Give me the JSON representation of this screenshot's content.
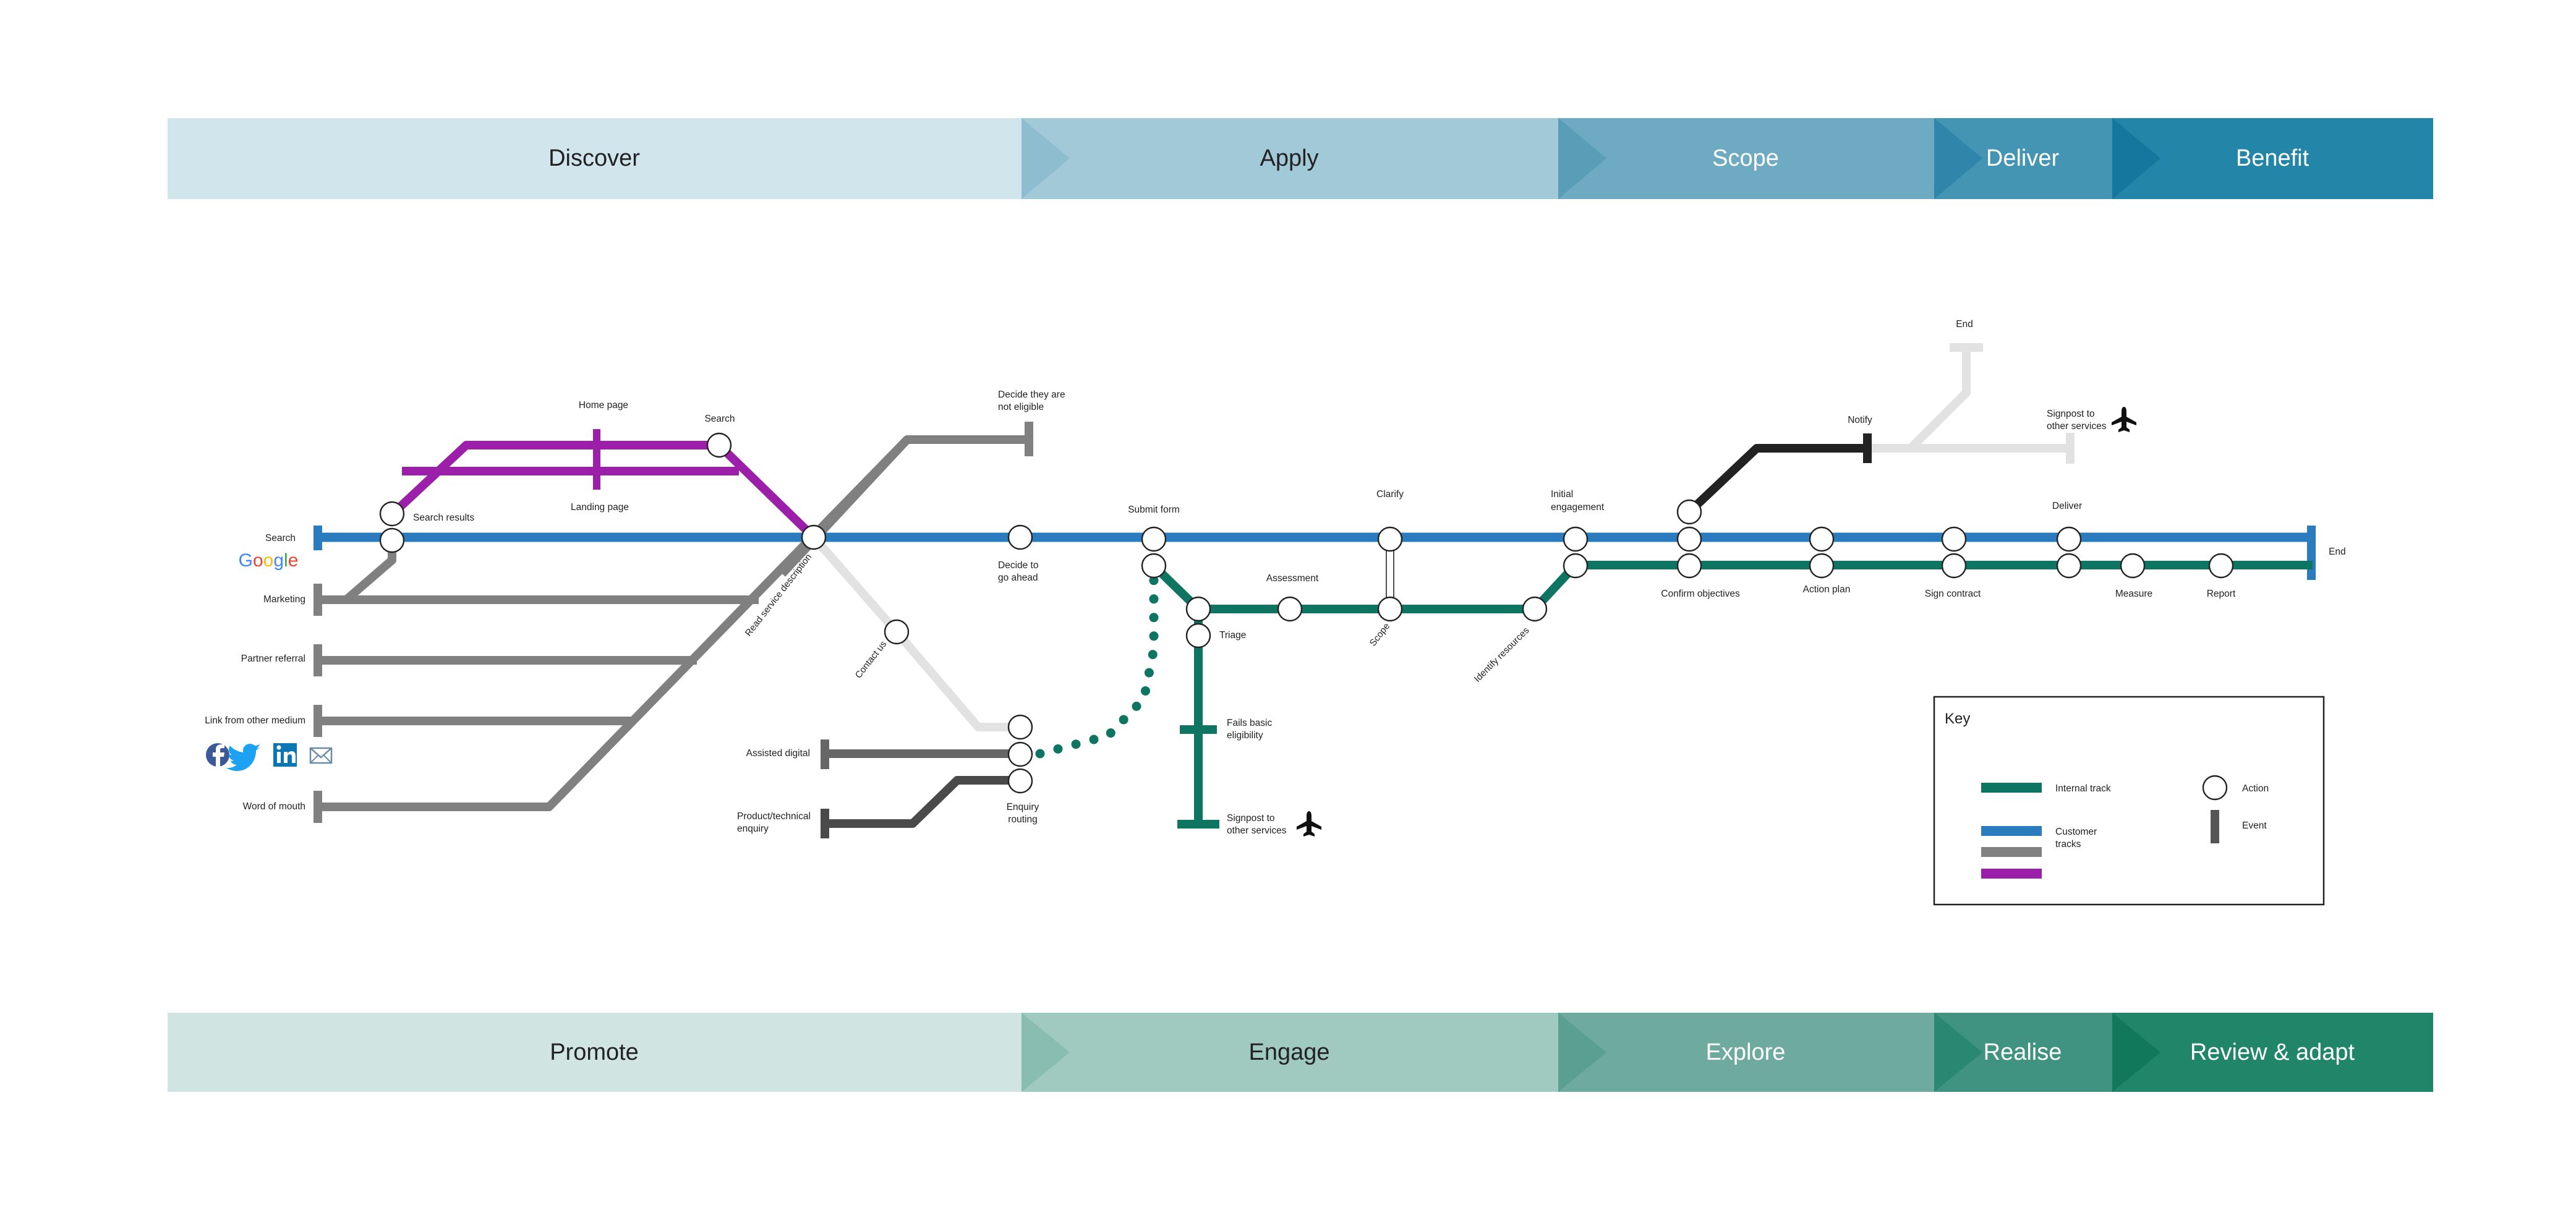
{
  "phases_top": [
    {
      "label": "Discover",
      "color": "#d1e5ed",
      "text_color": "#222222"
    },
    {
      "label": "Apply",
      "color": "#a2c9d8",
      "text_color": "#222222"
    },
    {
      "label": "Scope",
      "color": "#6eaac1",
      "text_color": "#ffffff"
    },
    {
      "label": "Deliver",
      "color": "#4494b4",
      "text_color": "#ffffff"
    },
    {
      "label": "Benefit",
      "color": "#2385a8",
      "text_color": "#ffffff"
    }
  ],
  "phases_bottom": [
    {
      "label": "Promote",
      "color": "#d0e4e1",
      "text_color": "#222222"
    },
    {
      "label": "Engage",
      "color": "#a0c9bf",
      "text_color": "#222222"
    },
    {
      "label": "Explore",
      "color": "#6eab9e",
      "text_color": "#ffffff"
    },
    {
      "label": "Realise",
      "color": "#3f9380",
      "text_color": "#ffffff"
    },
    {
      "label": "Review & adapt",
      "color": "#218569",
      "text_color": "#ffffff"
    }
  ],
  "colors": {
    "customer_track": "#2b7bbf",
    "internal_track": "#0d7562",
    "grey_track": "#808080",
    "purple_track": "#9b1fa8",
    "light_track": "#e4e4e4",
    "dark_track": "#222222"
  },
  "labels": {
    "search_start": "Search",
    "google_logo": "Google",
    "marketing": "Marketing",
    "partner_referral": "Partner referral",
    "link_other_medium": "Link from other medium",
    "word_of_mouth": "Word of mouth",
    "search_results": "Search results",
    "home_page": "Home page",
    "search": "Search",
    "landing_page": "Landing page",
    "read_service_description": "Read service description",
    "contact_us": "Contact us",
    "decide_not_eligible_1": "Decide they are",
    "decide_not_eligible_2": "not eligible",
    "decide_go_ahead_1": "Decide to",
    "decide_go_ahead_2": "go ahead",
    "assisted_digital": "Assisted digital",
    "product_enquiry_1": "Product/technical",
    "product_enquiry_2": "enquiry",
    "enquiry_routing_1": "Enquiry",
    "enquiry_routing_2": "routing",
    "submit_form": "Submit form",
    "triage": "Triage",
    "assessment": "Assessment",
    "fails_eligibility_1": "Fails basic",
    "fails_eligibility_2": "eligibility",
    "signpost_1": "Signpost to",
    "signpost_2": "other services",
    "clarify": "Clarify",
    "scope": "Scope",
    "identify_resources": "Identify resources",
    "initial_engagement_1": "Initial",
    "initial_engagement_2": "engagement",
    "confirm_objectives": "Confirm objectives",
    "notify": "Notify",
    "end_top": "End",
    "signpost_top_1": "Signpost to",
    "signpost_top_2": "other services",
    "action_plan": "Action plan",
    "sign_contract": "Sign contract",
    "deliver": "Deliver",
    "measure": "Measure",
    "report": "Report",
    "end": "End"
  },
  "key": {
    "title": "Key",
    "internal_track": "Internal track",
    "customer_tracks_1": "Customer",
    "customer_tracks_2": "tracks",
    "action": "Action",
    "event": "Event"
  },
  "icons": [
    "facebook-icon",
    "twitter-icon",
    "linkedin-icon",
    "email-icon",
    "airplane-icon"
  ]
}
